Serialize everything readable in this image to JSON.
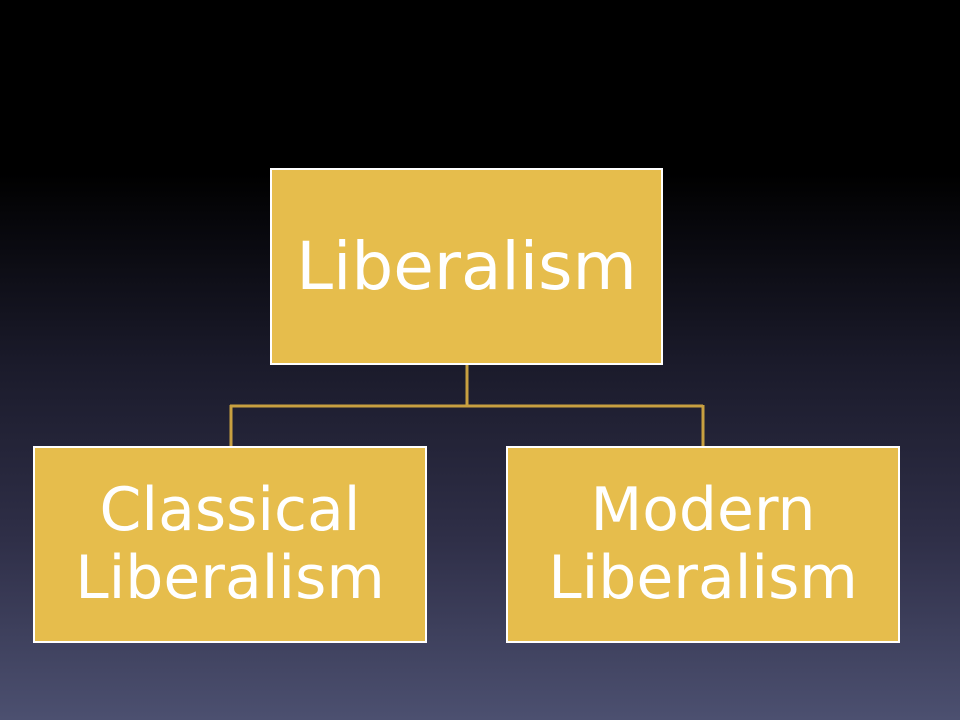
{
  "colors": {
    "node_fill": "#e6bd4c",
    "node_border": "#ffffff",
    "node_text": "#ffffff",
    "connector": "#c8a040"
  },
  "diagram": {
    "type": "hierarchy",
    "root": {
      "label": "Liberalism"
    },
    "children": [
      {
        "label": "Classical\nLiberalism"
      },
      {
        "label": "Modern\nLiberalism"
      }
    ]
  }
}
